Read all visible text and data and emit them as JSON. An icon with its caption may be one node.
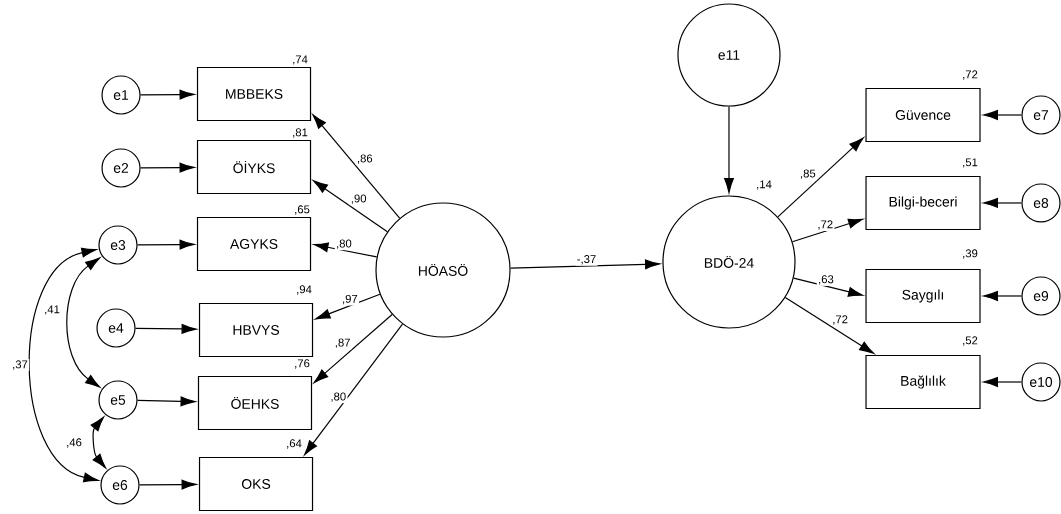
{
  "diagram": {
    "nodes": [
      {
        "text": [
          "e1"
        ]
      },
      {
        "text": [
          "MBBEKS"
        ],
        "beside": [
          ",74"
        ]
      },
      {
        "text": [
          "e2"
        ]
      },
      {
        "text": [
          "ÖİYKS"
        ],
        "beside": [
          ",81"
        ]
      },
      {
        "text": [
          "e3"
        ]
      },
      {
        "text": [
          "AGYKS"
        ],
        "beside": [
          ",65"
        ]
      },
      {
        "text": [
          "e4"
        ]
      },
      {
        "text": [
          "HBVYS"
        ],
        "beside": [
          ",94"
        ]
      },
      {
        "text": [
          "e5"
        ]
      },
      {
        "text": [
          "ÖEHKS"
        ],
        "beside": [
          ",76"
        ]
      },
      {
        "text": [
          "e6"
        ]
      },
      {
        "text": [
          "OKS"
        ],
        "beside": [
          ",64"
        ]
      },
      {
        "text": [
          "HÖASÖ"
        ]
      },
      {
        "text": [
          "e11"
        ]
      },
      {
        "text": [
          "BDÖ-24"
        ],
        "beside": [
          ",14"
        ]
      },
      {
        "text": [
          "Güvence"
        ],
        "beside": [
          ",72"
        ]
      },
      {
        "text": [
          "e7"
        ]
      },
      {
        "text": [
          "Bilgi-beceri"
        ],
        "beside": [
          ",51"
        ]
      },
      {
        "text": [
          "e8"
        ]
      },
      {
        "text": [
          "Saygılı"
        ],
        "beside": [
          ",39"
        ]
      },
      {
        "text": [
          "e9"
        ]
      },
      {
        "text": [
          "Bağlılık"
        ],
        "beside": [
          ",52"
        ]
      },
      {
        "text": [
          "e10"
        ]
      }
    ],
    "edges": [
      {
        "from": 0,
        "to": 1,
        "arrow": "to"
      },
      {
        "from": 2,
        "to": 3,
        "arrow": "to"
      },
      {
        "from": 4,
        "to": 5,
        "arrow": "to"
      },
      {
        "from": 6,
        "to": 7,
        "arrow": "to"
      },
      {
        "from": 8,
        "to": 9,
        "arrow": "to"
      },
      {
        "from": 10,
        "to": 11,
        "arrow": "to"
      },
      {
        "from": 12,
        "to": 1,
        "arrow": "to",
        "label": ",86"
      },
      {
        "from": 12,
        "to": 3,
        "arrow": "to",
        "label": ",90"
      },
      {
        "from": 12,
        "to": 5,
        "arrow": "to",
        "label": ",80"
      },
      {
        "from": 12,
        "to": 7,
        "arrow": "to",
        "label": ",97"
      },
      {
        "from": 12,
        "to": 9,
        "arrow": "to",
        "label": ",87"
      },
      {
        "from": 12,
        "to": 11,
        "arrow": "to",
        "label": ",80"
      },
      {
        "from": 4,
        "to": 8,
        "arrow": "both",
        "label": ",41"
      },
      {
        "from": 4,
        "to": 10,
        "arrow": "both",
        "label": ",37"
      },
      {
        "from": 8,
        "to": 10,
        "arrow": "both",
        "label": ",46"
      },
      {
        "from": 12,
        "to": 14,
        "arrow": "to",
        "label": "-,37"
      },
      {
        "from": 13,
        "to": 14,
        "arrow": "to"
      },
      {
        "from": 14,
        "to": 15,
        "arrow": "to",
        "label": ",85"
      },
      {
        "from": 14,
        "to": 17,
        "arrow": "to",
        "label": ",72"
      },
      {
        "from": 14,
        "to": 19,
        "arrow": "to",
        "label": ",63"
      },
      {
        "from": 14,
        "to": 21,
        "arrow": "to",
        "label": ",72"
      },
      {
        "from": 16,
        "to": 15,
        "arrow": "to"
      },
      {
        "from": 18,
        "to": 17,
        "arrow": "to"
      },
      {
        "from": 20,
        "to": 19,
        "arrow": "to"
      },
      {
        "from": 22,
        "to": 21,
        "arrow": "to"
      }
    ]
  }
}
